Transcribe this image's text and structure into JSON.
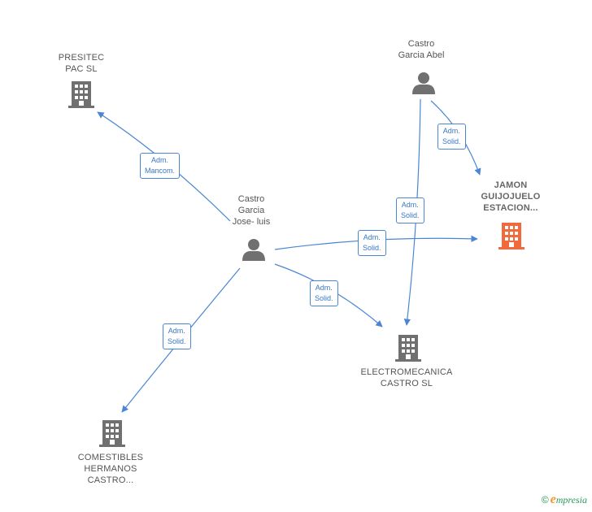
{
  "colors": {
    "edge": "#4a86d4",
    "icon_default": "#707070",
    "icon_highlight": "#f26a3b"
  },
  "nodes": {
    "presitec": {
      "line1": "PRESITEC",
      "line2": "PAC SL",
      "icon": "building-icon"
    },
    "castro_abel": {
      "line1": "Castro",
      "line2": "Garcia Abel",
      "icon": "person-icon"
    },
    "jamon": {
      "line1": "JAMON",
      "line2": "GUIJOJUELO",
      "line3": "ESTACION...",
      "icon": "building-icon"
    },
    "castro_jose": {
      "line1": "Castro",
      "line2": "Garcia",
      "line3": "Jose- luis",
      "icon": "person-icon"
    },
    "electromecanica": {
      "line1": "ELECTROMECANICA",
      "line2": "CASTRO SL",
      "icon": "building-icon"
    },
    "comestibles": {
      "line1": "COMESTIBLES",
      "line2": "HERMANOS",
      "line3": "CASTRO...",
      "icon": "building-icon"
    }
  },
  "edges": [
    {
      "from": "castro_jose",
      "to": "presitec",
      "label1": "Adm.",
      "label2": "Mancom."
    },
    {
      "from": "castro_abel",
      "to": "jamon",
      "label1": "Adm.",
      "label2": "Solid."
    },
    {
      "from": "castro_abel",
      "to": "electromecanica",
      "label1": "Adm.",
      "label2": "Solid."
    },
    {
      "from": "castro_jose",
      "to": "jamon",
      "label1": "Adm.",
      "label2": "Solid."
    },
    {
      "from": "castro_jose",
      "to": "electromecanica",
      "label1": "Adm.",
      "label2": "Solid."
    },
    {
      "from": "castro_jose",
      "to": "comestibles",
      "label1": "Adm.",
      "label2": "Solid."
    }
  ],
  "brand": {
    "copyright": "©",
    "initial": "e",
    "rest": "mpresia"
  }
}
